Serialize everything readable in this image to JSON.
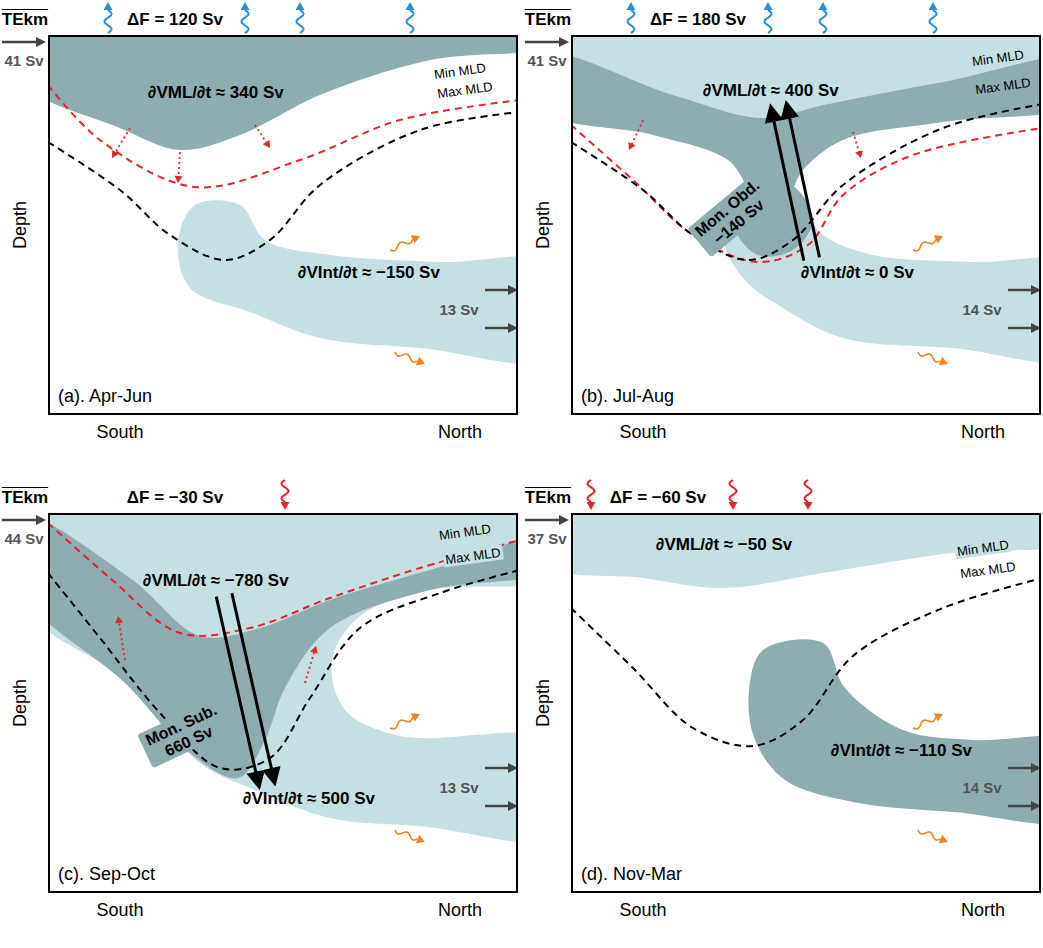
{
  "diagram": {
    "nodes": [
      {
        "text": [
          "(a). Apr-Jun"
        ]
      },
      {
        "text": [
          "∂VML/∂t ≈ 340 Sv"
        ],
        "in": 0
      },
      {
        "text": [
          "∂VInt/∂t ≈ −150 Sv"
        ],
        "in": 0
      },
      {
        "text": [
          "(b). Jul-Aug"
        ]
      },
      {
        "text": [
          "∂VML/∂t ≈ 400 Sv"
        ],
        "in": 3
      },
      {
        "text": [
          "∂VInt/∂t ≈ 0 Sv"
        ],
        "in": 3
      },
      {
        "text": [
          "(c). Sep-Oct"
        ]
      },
      {
        "text": [
          "∂VML/∂t ≈ −780 Sv"
        ],
        "in": 6
      },
      {
        "text": [
          "∂VInt/∂t ≈ 500 Sv"
        ],
        "in": 6
      },
      {
        "text": [
          "(d). Nov-Mar"
        ]
      },
      {
        "text": [
          "∂VML/∂t ≈ −50 Sv"
        ],
        "in": 9
      },
      {
        "text": [
          "∂VInt/∂t ≈ −110 Sv"
        ],
        "in": 9
      }
    ],
    "edges": [
      {
        "from": 5,
        "to": 4,
        "arrow": "to",
        "label": "Mon. Obd. −140 Sv"
      },
      {
        "from": 7,
        "to": 8,
        "arrow": "to",
        "label": "Mon. Sub. 660 Sv"
      }
    ],
    "labels": [
      "TEkm",
      "ΔF = 120 Sv",
      "41 Sv",
      "Min MLD",
      "Max MLD",
      "13 Sv",
      "Depth",
      "South",
      "North",
      "TEkm",
      "ΔF = 180 Sv",
      "41 Sv",
      "Min MLD",
      "Max MLD",
      "14 Sv",
      "Depth",
      "South",
      "North",
      "TEkm",
      "ΔF = −30 Sv",
      "44 Sv",
      "Min MLD",
      "Max MLD",
      "13 Sv",
      "Depth",
      "South",
      "North",
      "TEkm",
      "ΔF = −60 Sv",
      "37 Sv",
      "Min MLD",
      "Max MLD",
      "14 Sv",
      "Depth",
      "South",
      "North"
    ]
  }
}
